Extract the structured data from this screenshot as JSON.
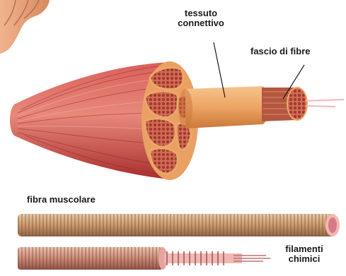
{
  "labels": {
    "connective_tissue_line1": "tessuto",
    "connective_tissue_line2": "connettivo",
    "fiber_bundle": "fascio di fibre",
    "muscle_fiber": "fibra muscolare",
    "chemical_filaments_line1": "filamenti",
    "chemical_filaments_line2": "chimici"
  },
  "colors": {
    "muscle_red": "#c8433f",
    "muscle_light": "#e8897a",
    "connective_tissue": "#eda463",
    "fiber_tan": "#c99a6e",
    "filament_pink": "#f0b8b4",
    "bundle_outline": "#e9a86a"
  }
}
